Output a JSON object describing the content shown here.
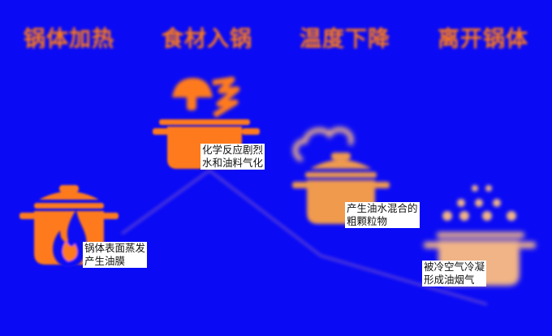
{
  "stages": [
    {
      "title": "锅体加热",
      "label": "锅体表面蒸发\n产生油膜",
      "icon": "flame-icon"
    },
    {
      "title": "食材入锅",
      "label": "化学反应剧烈\n水和油料气化",
      "icon": "food-icon"
    },
    {
      "title": "温度下降",
      "label": "产生油水混合的\n粗颗粒物",
      "icon": "steam-cloud-icon"
    },
    {
      "title": "离开锅体",
      "label": "被冷空气冷凝\n形成油烟气",
      "icon": "droplets-icon"
    }
  ],
  "colors": {
    "background": "#0a0af5",
    "orange": "#ff7a1a",
    "pot_hot": "#ff7a1a",
    "pot_warm": "#f09a4e",
    "pot_cool": "#f0b486",
    "label_bg": "#ffffff",
    "line": "#6a4cd0"
  }
}
